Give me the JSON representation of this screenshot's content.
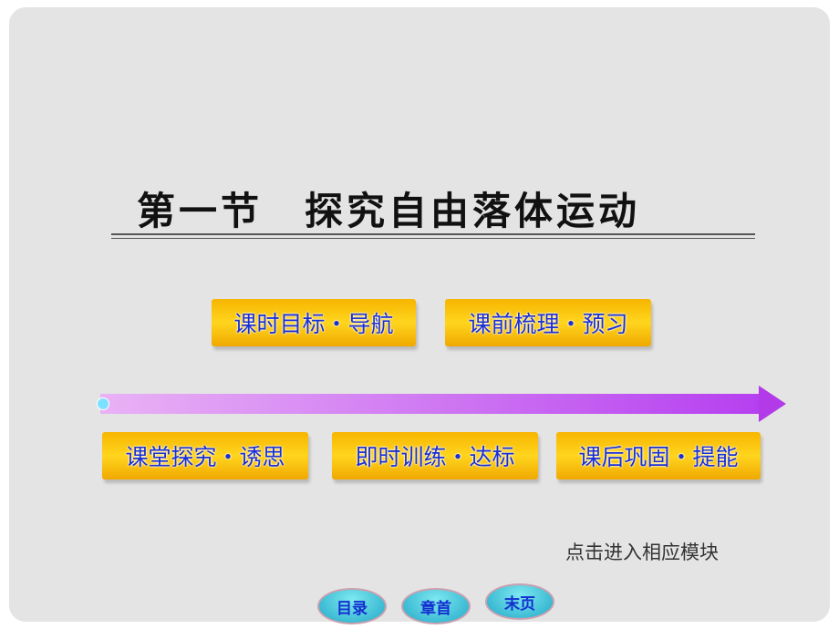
{
  "title": "第一节　探究自由落体运动",
  "modules": [
    "课时目标・导航",
    "课前梳理・预习",
    "课堂探究・诱思",
    "即时训练・达标",
    "课后巩固・提能"
  ],
  "hint": "点击进入相应模块",
  "nav": [
    "目录",
    "章首",
    "末页"
  ]
}
